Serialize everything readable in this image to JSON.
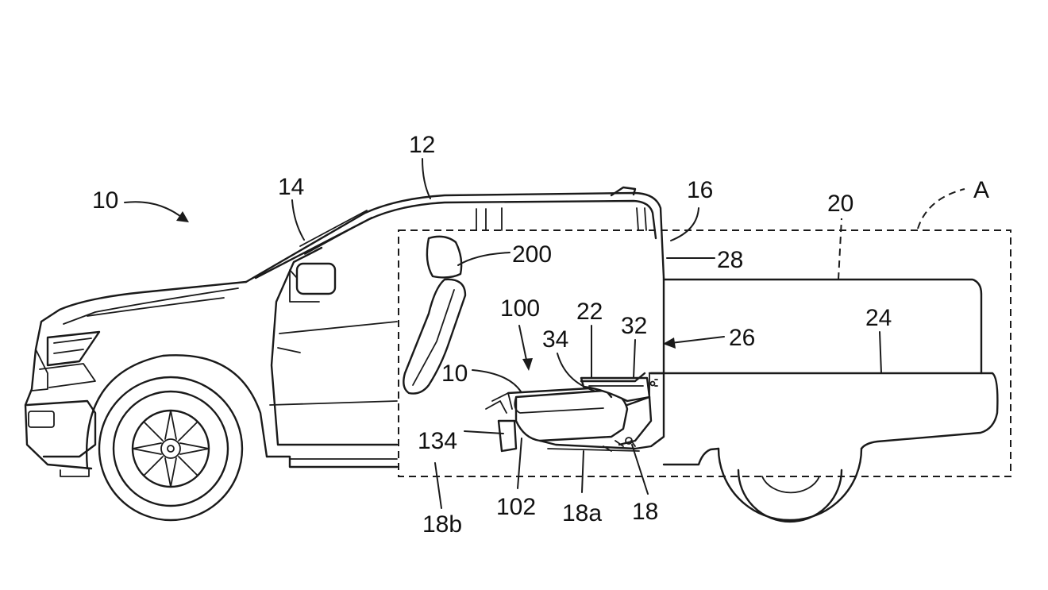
{
  "labels": {
    "l10_vehicle": "10",
    "l12": "12",
    "l14": "14",
    "l16": "16",
    "l20": "20",
    "lA": "A",
    "l200": "200",
    "l28": "28",
    "l100": "100",
    "l22": "22",
    "l32": "32",
    "l24": "24",
    "l26": "26",
    "l34": "34",
    "l10_inner": "10",
    "l134": "134",
    "l102": "102",
    "l18a": "18a",
    "l18": "18",
    "l18b": "18b"
  }
}
